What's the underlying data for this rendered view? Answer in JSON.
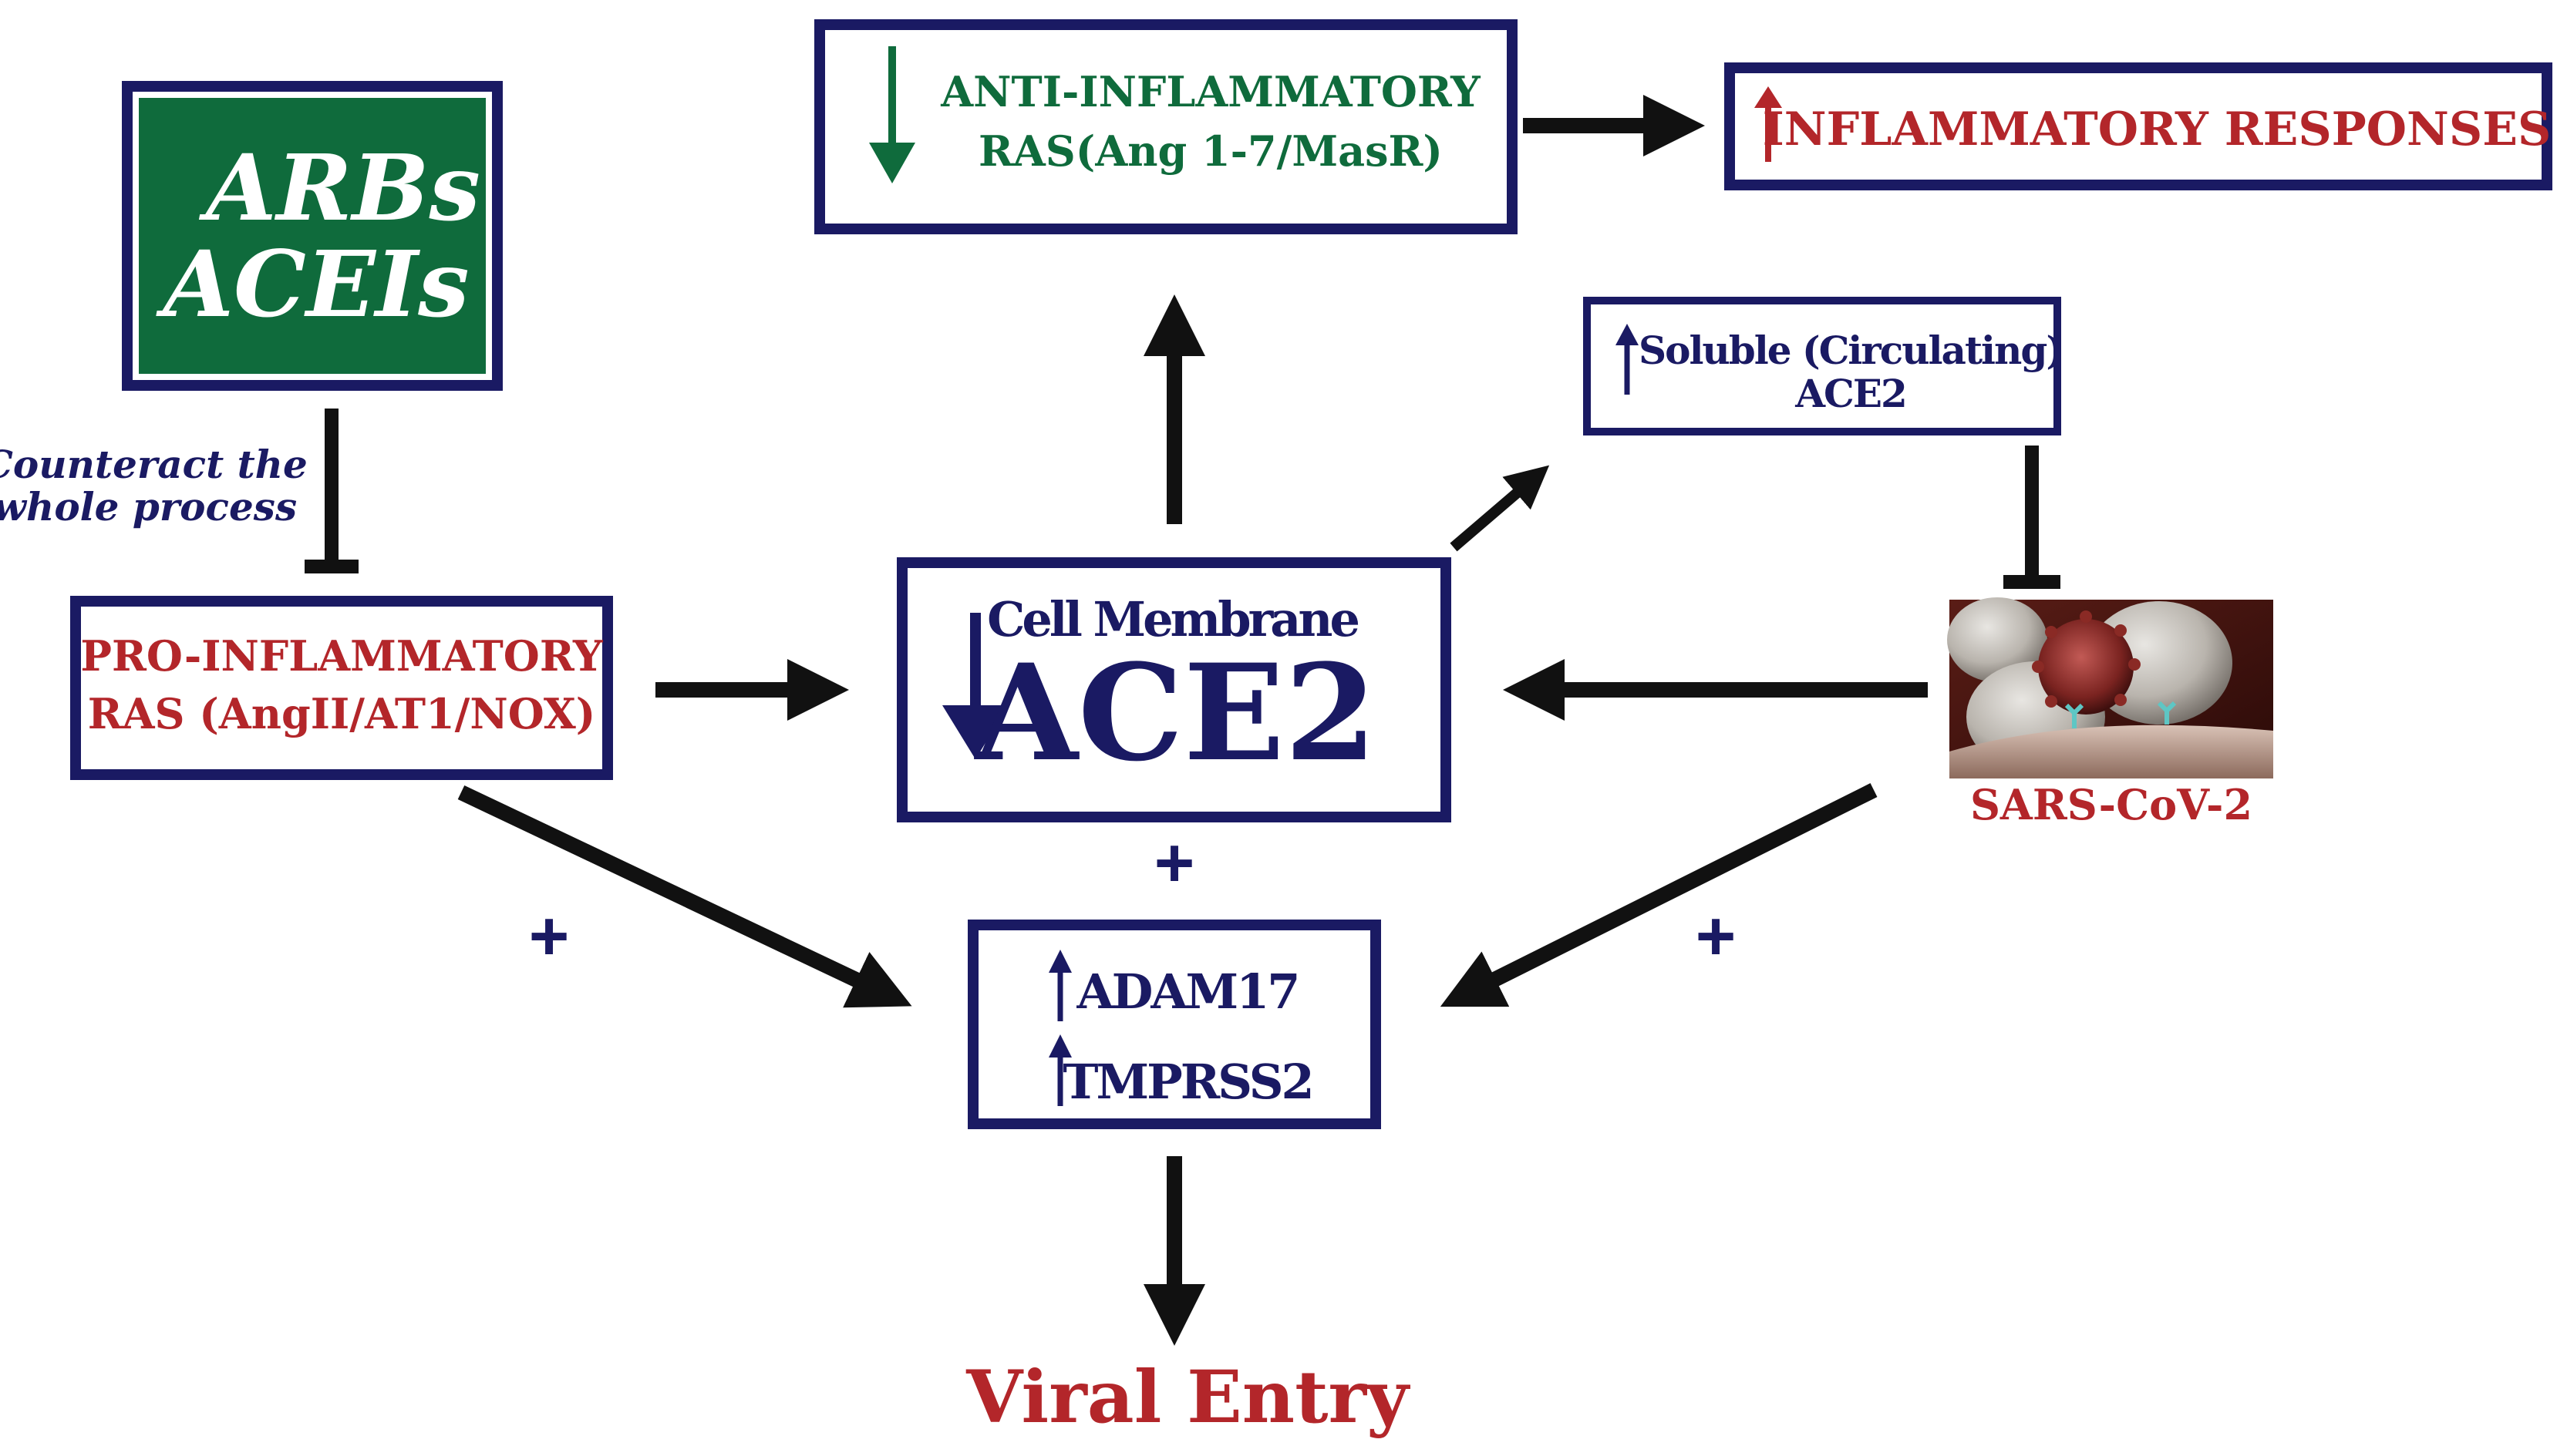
{
  "arbs_box": {
    "line1": "ARBs",
    "line2": "ACEIs"
  },
  "counteract_label": {
    "line1": "Counteract the",
    "line2": "whole process"
  },
  "pro_inflammatory": {
    "line1": "PRO-INFLAMMATORY",
    "line2": "RAS (AngII/AT1/NOX)"
  },
  "anti_inflammatory": {
    "line1": "ANTI-INFLAMMATORY",
    "line2": "RAS(Ang 1-7/MasR)"
  },
  "inflammatory_responses": {
    "label": "INFLAMMATORY RESPONSES"
  },
  "soluble_ace2": {
    "line1": "Soluble (Circulating)",
    "line2": "ACE2"
  },
  "cell_membrane": {
    "line1": "Cell Membrane",
    "line2": "ACE2"
  },
  "sars_cov2": {
    "label": "SARS-CoV-2"
  },
  "enzymes": {
    "line1": "ADAM17",
    "line2": "TMPRSS2"
  },
  "viral_entry": {
    "label": "Viral Entry"
  },
  "plus_signs": {
    "left": "+",
    "center": "+",
    "right": "+"
  },
  "colors": {
    "navy": "#1a1a63",
    "green": "#0f6b3c",
    "red": "#b3262a",
    "black": "#111111"
  }
}
